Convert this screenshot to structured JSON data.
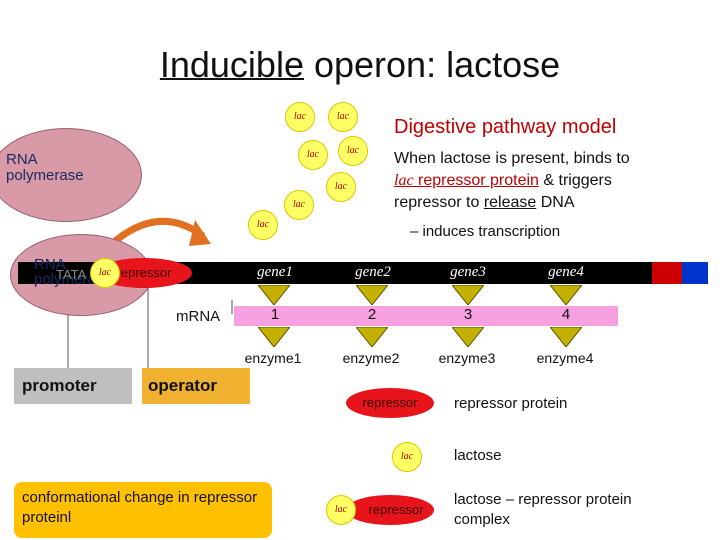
{
  "title_underlined": "Inducible",
  "title_rest": " operon: lactose",
  "subtitle": "Digestive pathway model",
  "description": {
    "line1": "When lactose is present, binds to",
    "lac_word": "lac",
    "line2_rest": " repressor protein",
    "line2_tail": " & triggers",
    "line3_start": "repressor to ",
    "release": "release",
    "line3_end": " DNA"
  },
  "induces": "– induces transcription",
  "rna_pol_top": "RNA polymerase",
  "rna_pol_bottom": "RNA polymerase",
  "tata": "TATA",
  "lac_label": "lac",
  "repressor_label": "repressor",
  "genes": [
    "gene1",
    "gene2",
    "gene3",
    "gene4"
  ],
  "mrna_label": "mRNA",
  "mrna_numbers": [
    "1",
    "2",
    "3",
    "4"
  ],
  "enzymes": [
    "enzyme1",
    "enzyme2",
    "enzyme3",
    "enzyme4"
  ],
  "promoter": "promoter",
  "operator": "operator",
  "legend": {
    "repressor_protein": "repressor protein",
    "lactose": "lactose",
    "complex": "lactose – repressor protein complex"
  },
  "conformational": "conformational change in repressor proteinl",
  "colors": {
    "dna": "#000000",
    "mrna": "#f7a0e0",
    "promoter_box": "#bfbfbf",
    "operator_box": "#f0b030",
    "conformational_box": "#ffc000",
    "polymerase": "#d99aa8",
    "repressor": "#e8141c",
    "lactose": "#ffff66",
    "arrow": "#c4b000",
    "blue_end": "#0033cc",
    "red_end": "#cc0000"
  }
}
